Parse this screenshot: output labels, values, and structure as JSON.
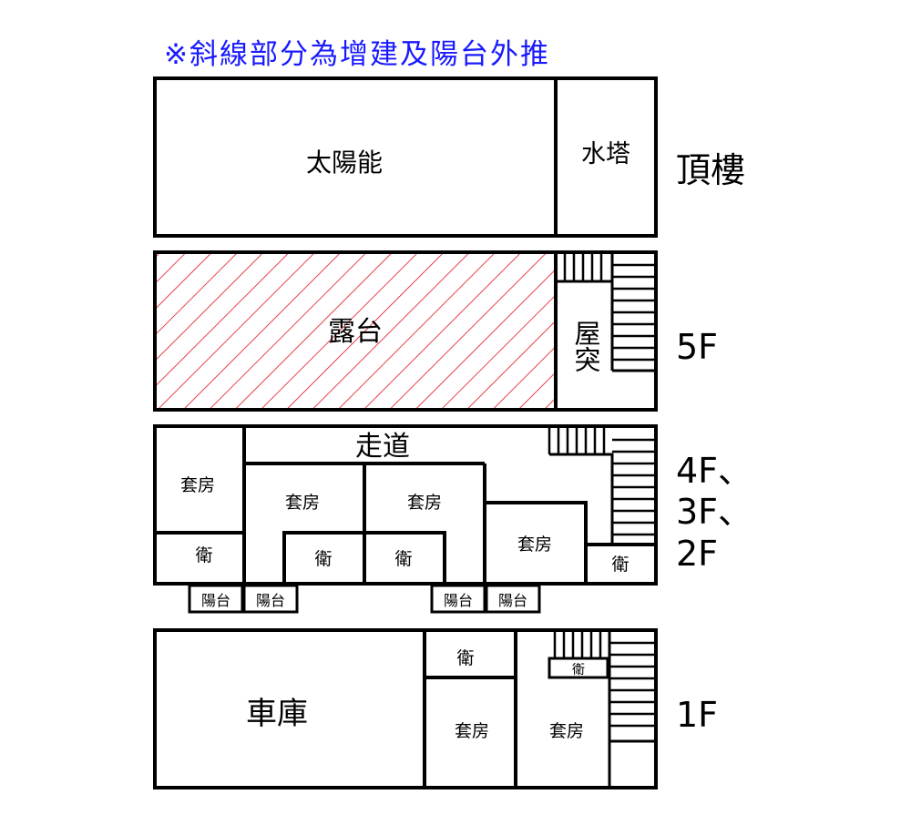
{
  "note": "※斜線部分為增建及陽台外推",
  "colors": {
    "note": "#1a1aff",
    "hatch": "#e0141e",
    "lines": "#000000"
  },
  "floors": {
    "roof": {
      "label": "頂樓",
      "solar": "太陽能",
      "water_tower": "水塔"
    },
    "f5": {
      "label": "5F",
      "terrace": "露台",
      "rooftop_room": "屋突"
    },
    "f2to4": {
      "label_4f": "4F、",
      "label_3f": "3F、",
      "label_2f": "2F",
      "corridor": "走道",
      "suite": "套房",
      "bath": "衛",
      "balcony": "陽台"
    },
    "f1": {
      "label": "1F",
      "garage": "車庫",
      "suite": "套房",
      "bath": "衛"
    }
  }
}
